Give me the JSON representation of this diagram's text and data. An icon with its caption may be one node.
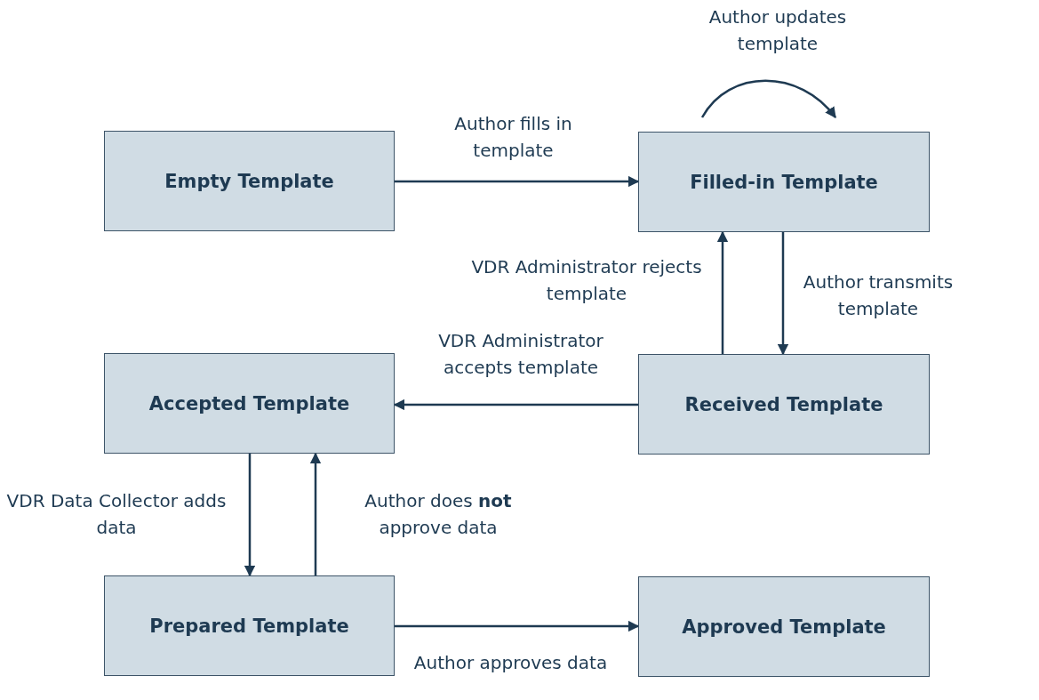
{
  "diagram": {
    "nodes": [
      {
        "text": [
          "Empty Template"
        ]
      },
      {
        "text": [
          "Filled-in Template"
        ]
      },
      {
        "text": [
          "Accepted Template"
        ]
      },
      {
        "text": [
          "Received Template"
        ]
      },
      {
        "text": [
          "Prepared Template"
        ]
      },
      {
        "text": [
          "Approved Template"
        ]
      }
    ],
    "edges": [
      {
        "from": 0,
        "to": 1,
        "arrow": "to",
        "label": "Author fills in template"
      },
      {
        "from": 1,
        "to": 1,
        "arrow": "to",
        "label": "Author updates template"
      },
      {
        "from": 3,
        "to": 1,
        "arrow": "to",
        "label": "VDR Administrator rejects template"
      },
      {
        "from": 1,
        "to": 3,
        "arrow": "to",
        "label": "Author transmits template"
      },
      {
        "from": 3,
        "to": 2,
        "arrow": "to",
        "label": "VDR Administrator accepts template"
      },
      {
        "from": 2,
        "to": 4,
        "arrow": "to",
        "label": "VDR Data Collector adds data"
      },
      {
        "from": 4,
        "to": 2,
        "arrow": "to",
        "label": "Author does **not** approve data"
      },
      {
        "from": 4,
        "to": 5,
        "arrow": "to",
        "label": "Author approves data"
      }
    ]
  }
}
